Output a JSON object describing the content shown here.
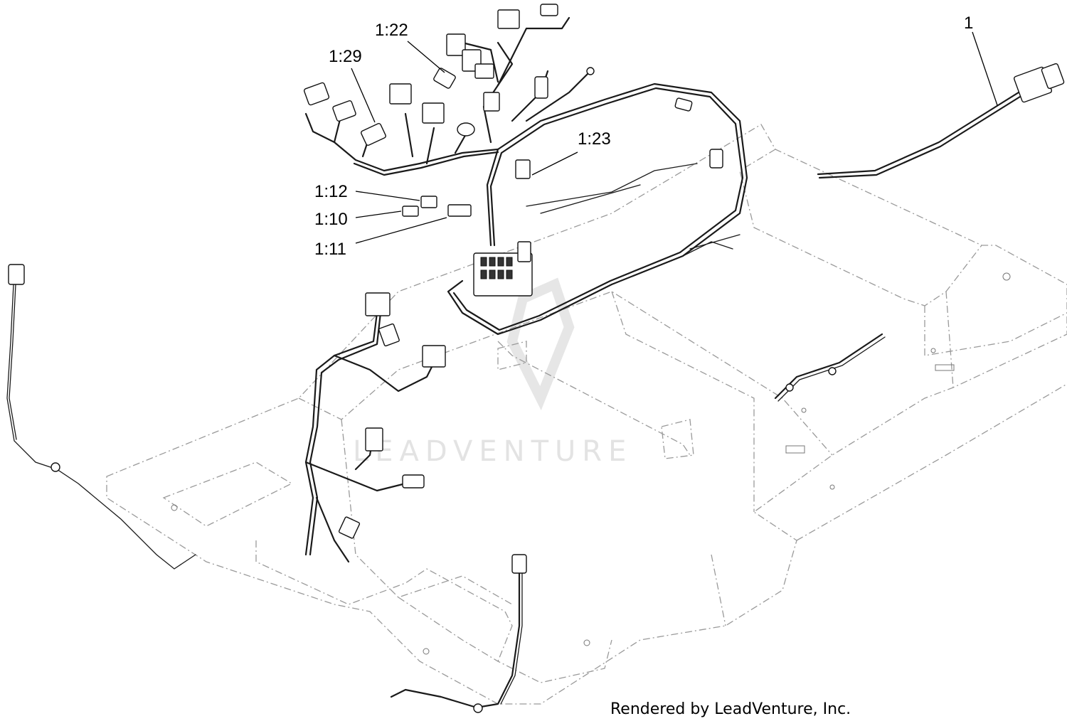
{
  "callouts": {
    "c_1_22": "1:22",
    "c_1_29": "1:29",
    "c_1": "1",
    "c_1_23": "1:23",
    "c_1_12": "1:12",
    "c_1_10": "1:10",
    "c_1_11": "1:11"
  },
  "watermark": {
    "text": "LEADVENTURE"
  },
  "credit": "Rendered by LeadVenture, Inc.",
  "colors": {
    "line": "#1a1a1a",
    "frame": "#9a9a9a",
    "watermark": "#e3e3e3"
  }
}
